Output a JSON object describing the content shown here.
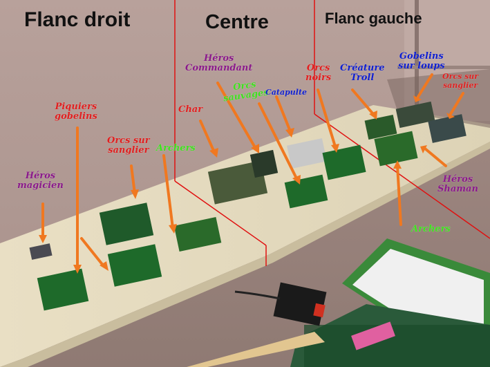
{
  "sections": {
    "right_flank": "Flanc droit",
    "center": "Centre",
    "left_flank": "Flanc gauche"
  },
  "labels": {
    "heros_magicien": {
      "line1": "Héros",
      "line2": "magicien"
    },
    "piquiers": {
      "line1": "Piquiers",
      "line2": "gobelins"
    },
    "orcs_sanglier_left": {
      "line1": "Orcs sur",
      "line2": "sanglier"
    },
    "archers_left": "Archers",
    "char": "Char",
    "heros_commandant": {
      "line1": "Héros",
      "line2": "Commandant"
    },
    "orcs_sauvages": {
      "line1": "Orcs",
      "line2": "sauvages"
    },
    "catapulte": "Catapulte",
    "orcs_noirs": {
      "line1": "Orcs",
      "line2": "noirs"
    },
    "creature_troll": {
      "line1": "Créature",
      "line2": "Troll"
    },
    "gobelins_loups": {
      "line1": "Gobelins",
      "line2": "sur loups"
    },
    "orcs_sanglier_right": {
      "line1": "Orcs sur",
      "line2": "sanglier"
    },
    "heros_shaman": {
      "line1": "Héros",
      "line2": "Shaman"
    },
    "archers_right": "Archers"
  },
  "colors": {
    "purple": "#8a1a8a",
    "red": "#e02020",
    "green": "#40e020",
    "blue": "#1020d0",
    "arrow": "#f07820",
    "divider": "#e01010"
  }
}
